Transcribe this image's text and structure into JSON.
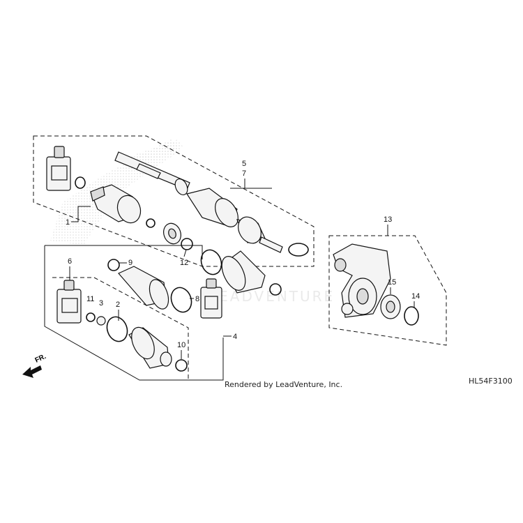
{
  "callouts": {
    "c1": "1",
    "c2": "2",
    "c3": "3",
    "c4": "4",
    "c5": "5",
    "c6": "6",
    "c7": "7",
    "c8": "8",
    "c9": "9",
    "c10": "10",
    "c11": "11",
    "c12": "12",
    "c13": "13",
    "c14": "14",
    "c15": "15"
  },
  "direction_label": "FR.",
  "credit": "Rendered by LeadVenture, Inc.",
  "diagram_code": "HL54F3100",
  "watermark_text": "LEADVENTURE",
  "colors": {
    "line": "#111111",
    "fill": "#f4f4f4",
    "watermark": "#d9d9d9"
  }
}
